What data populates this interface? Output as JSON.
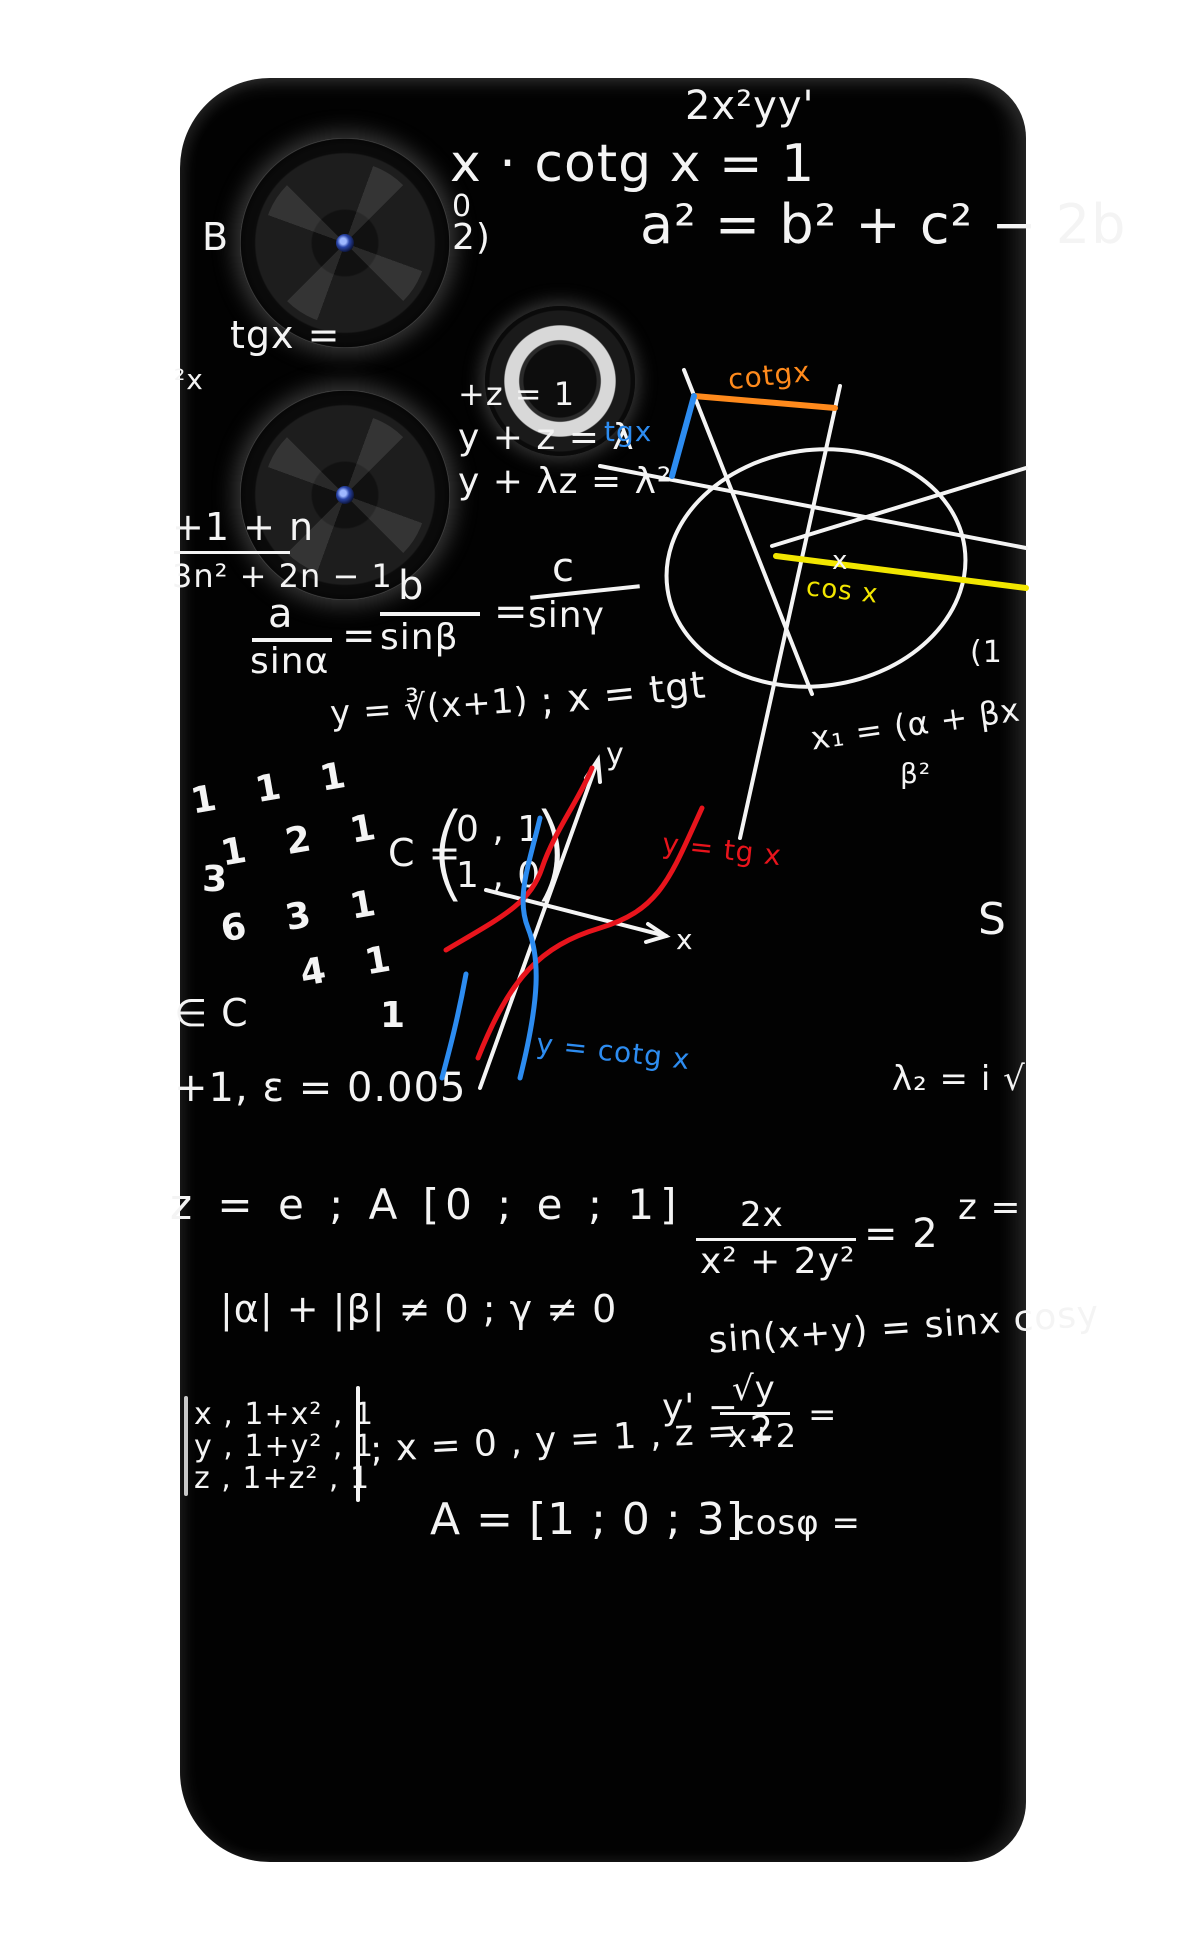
{
  "product": {
    "type": "phone back case",
    "theme": "handwritten math formulas on black chalkboard",
    "background_color": "#020202",
    "ink_color": "#f4f4f4"
  },
  "camera": {
    "lenses": [
      "main-lens",
      "secondary-lens"
    ],
    "flash": "flash-ring"
  },
  "formulas": {
    "f01": "2x²yy'",
    "f02": "x · cotg x = 1",
    "f03": "B",
    "f04": "0",
    "f05": "2)",
    "f06": "a² = b² + c² − 2b",
    "f07": "tgx =",
    "f08": "²x",
    "f09": "+z = 1",
    "f10": "y + z = λ",
    "f11": "y + λz = λ²",
    "f12": "+1 + n",
    "f13": "3n² + 2n − 1",
    "f14_num": "a",
    "f14_den": "sinα",
    "f15_num": "b",
    "f15_den": "sinβ",
    "f16_num": "c",
    "f16_den": "sinγ",
    "f17": "y = ∛(x+1)",
    "f18": "; x = tgt",
    "f19": "x₁ = (α + βx",
    "f20": "β²",
    "f21": "(1",
    "f22": "1  1  1",
    "f23": "1  2  1",
    "f24": "3",
    "f25": "6  3  1",
    "f26": "4  1",
    "f27": "1",
    "f28": "C = ",
    "f29": "0 , 1",
    "f30": "1 , 0",
    "f31": "∈ C",
    "f32": "+1, ε = 0.005",
    "f33": "λ₂ = i √",
    "f34": "S",
    "f35": "z = e ; A [0 ; e ; 1]",
    "f36_num": "2x",
    "f36_den": "x² + 2y²",
    "f36_rhs": "= 2",
    "f37": "z =",
    "f38": "|α| + |β| ≠ 0 ; γ ≠ 0",
    "f39": "sin(x+y) = sinx cosy",
    "f40_r1": "x ,  1+x² ,  1",
    "f40_r2": "y ,  1+y² ,  1",
    "f40_r3": "z ,  1+z² ,  1",
    "f41": "; x = 0 , y = 1 , z = 2",
    "f42_lhs": "y' −",
    "f42_num": "√y",
    "f42_den": "x+2",
    "f42_rhs": "=",
    "f43": "A = [1 ; 0 ; 3]",
    "f44": "cosφ ="
  },
  "unit_circle": {
    "labels": {
      "tg": "tgx",
      "cotg": "cotgx",
      "cos": "cos x",
      "angle": "x"
    },
    "colors": {
      "tg": "#2d8cf0",
      "cotg": "#ff8a1c",
      "cos": "#f2e600"
    }
  },
  "graph": {
    "labels": {
      "x_axis": "x",
      "y_axis": "y",
      "tan": "y = tg x",
      "cot": "y = cotg x"
    },
    "colors": {
      "tan": "#e8141c",
      "cot": "#2d8cf0",
      "axes": "#f4f4f4"
    }
  }
}
